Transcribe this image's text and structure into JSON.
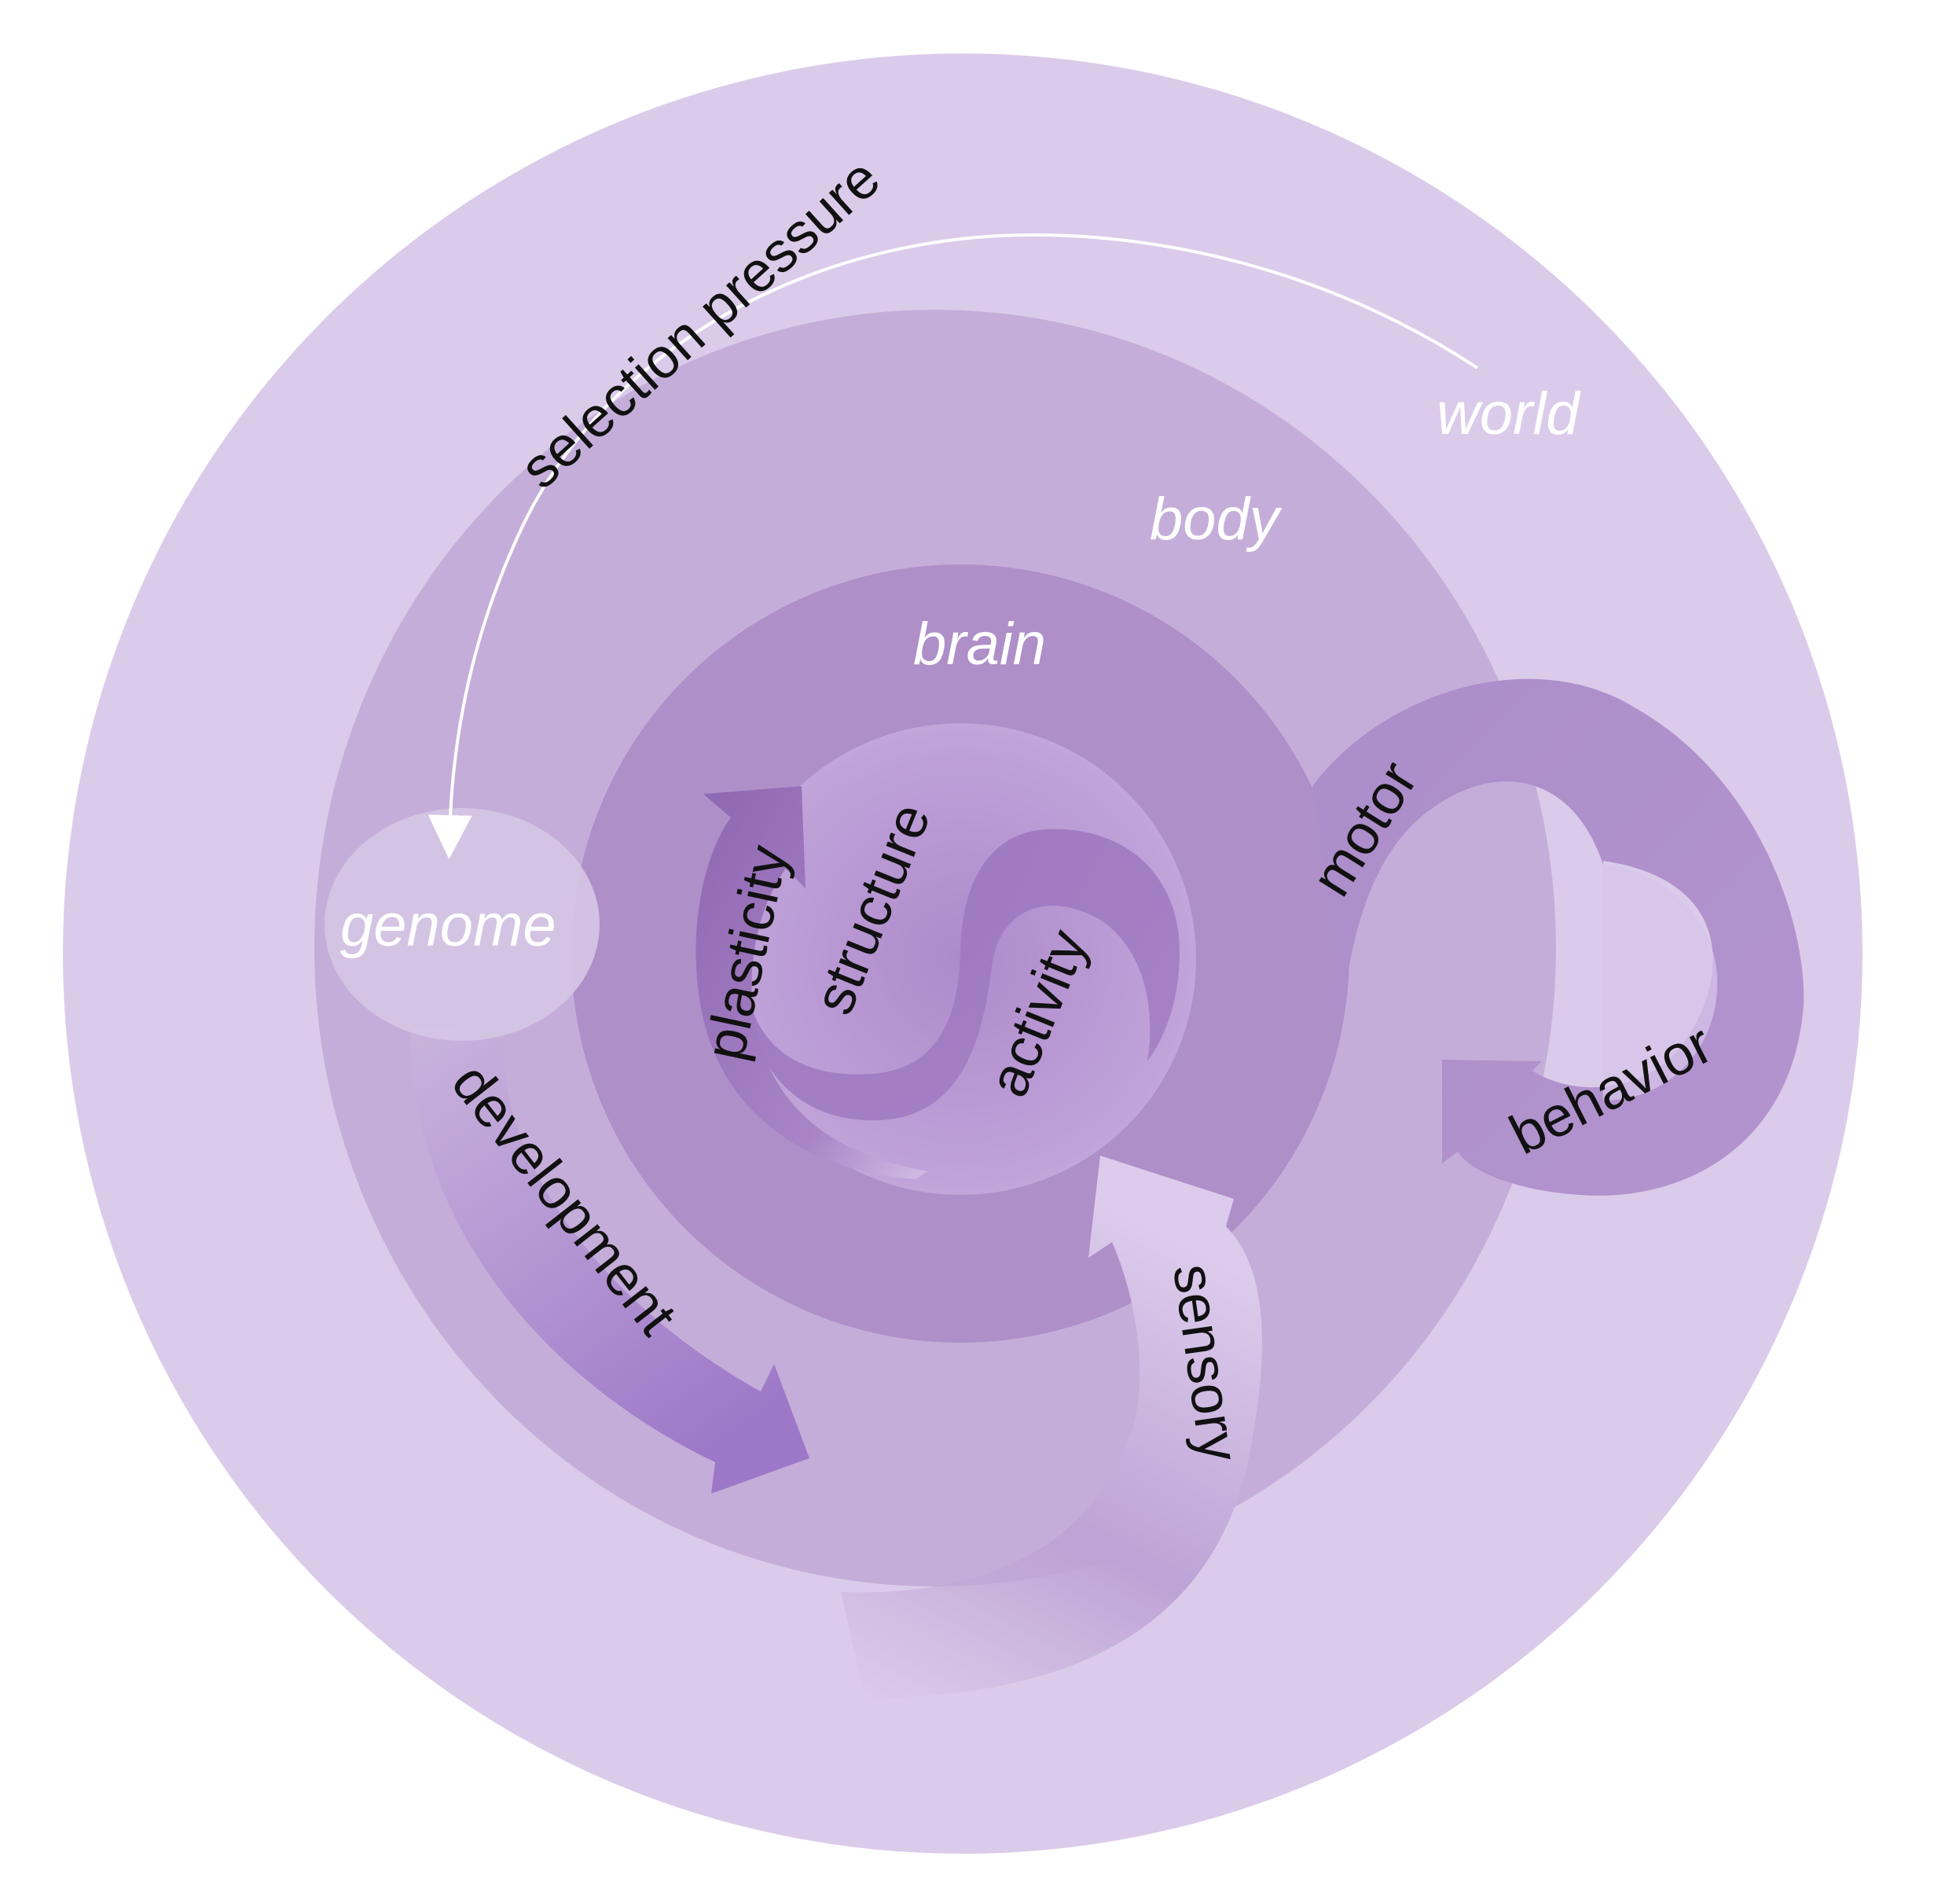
{
  "regions": {
    "world": "world",
    "body": "body",
    "brain": "brain",
    "genome": "genome"
  },
  "processes": {
    "selection_pressure": "selection pressure",
    "development": "development",
    "plasticity": "plasticity",
    "structure": "structure",
    "activity": "activity",
    "motor": "motor",
    "behavior": "behavior",
    "sensory": "sensory"
  },
  "colors": {
    "world": "#dbcbea",
    "body": "#c4aed9",
    "brain": "#ae8fc8",
    "core": "#9f79bd",
    "genome": "#d5c5e5",
    "arrow_light": "#ffffff"
  }
}
